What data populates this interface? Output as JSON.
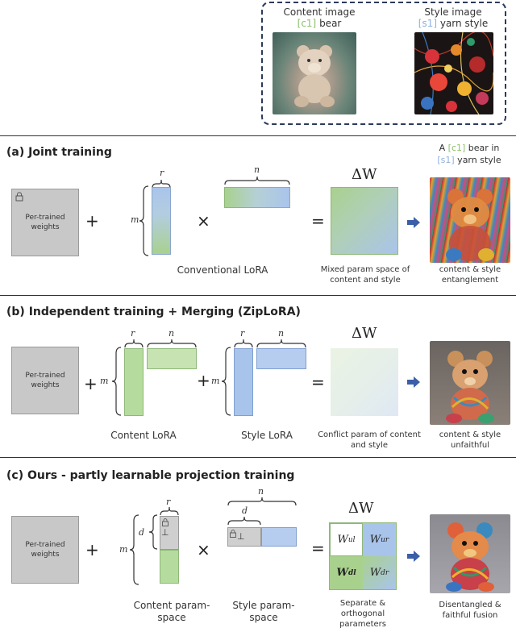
{
  "header": {
    "content_title": "Content image",
    "content_token": "[c1]",
    "content_word": " bear",
    "style_title": "Style image",
    "style_token": "[s1]",
    "style_word": " yarn style"
  },
  "sections": {
    "a": {
      "title": "(a)  Joint training",
      "pretrained": "Per-trained weights",
      "r": "r",
      "n": "n",
      "m": "m",
      "delta_w": "ΔW",
      "lora_label": "Conventional LoRA",
      "param_caption": "Mixed param space of content and style",
      "result_prompt_pre": "A ",
      "result_prompt_c": "[c1]",
      "result_prompt_mid": " bear in",
      "result_prompt_s": "[s1]",
      "result_prompt_post": " yarn style",
      "result_caption": "content & style entanglement"
    },
    "b": {
      "title": "(b)  Independent training + Merging (ZipLoRA)",
      "pretrained": "Per-trained weights",
      "r": "r",
      "n": "n",
      "m": "m",
      "delta_w": "ΔW",
      "content_label": "Content LoRA",
      "style_label": "Style LoRA",
      "param_caption": "Conflict param of content and style",
      "result_caption": "content & style unfaithful"
    },
    "c": {
      "title": "(c)  Ours - partly learnable projection  training",
      "pretrained": "Per-trained weights",
      "r": "r",
      "n": "n",
      "m": "m",
      "d": "d",
      "perp": "⊥",
      "delta_w": "ΔW",
      "w_ul": "W",
      "w_ul_sub": "ul",
      "w_ur": "W",
      "w_ur_sub": "ur",
      "w_dl": "W",
      "w_dl_sub": "dl",
      "w_dr": "W",
      "w_dr_sub": "dr",
      "content_label": "Content param-space",
      "style_label": "Style param-space",
      "param_caption": "Separate & orthogonal parameters",
      "result_caption": "Disentangled & faithful fusion"
    }
  },
  "ops": {
    "plus": "+",
    "times": "×",
    "equals": "="
  },
  "colors": {
    "green": "#a9d18e",
    "blue": "#a9c4eb",
    "gray": "#c8c8c8",
    "arrow": "#3a5fa8",
    "dashed_border": "#2b3a5c"
  }
}
